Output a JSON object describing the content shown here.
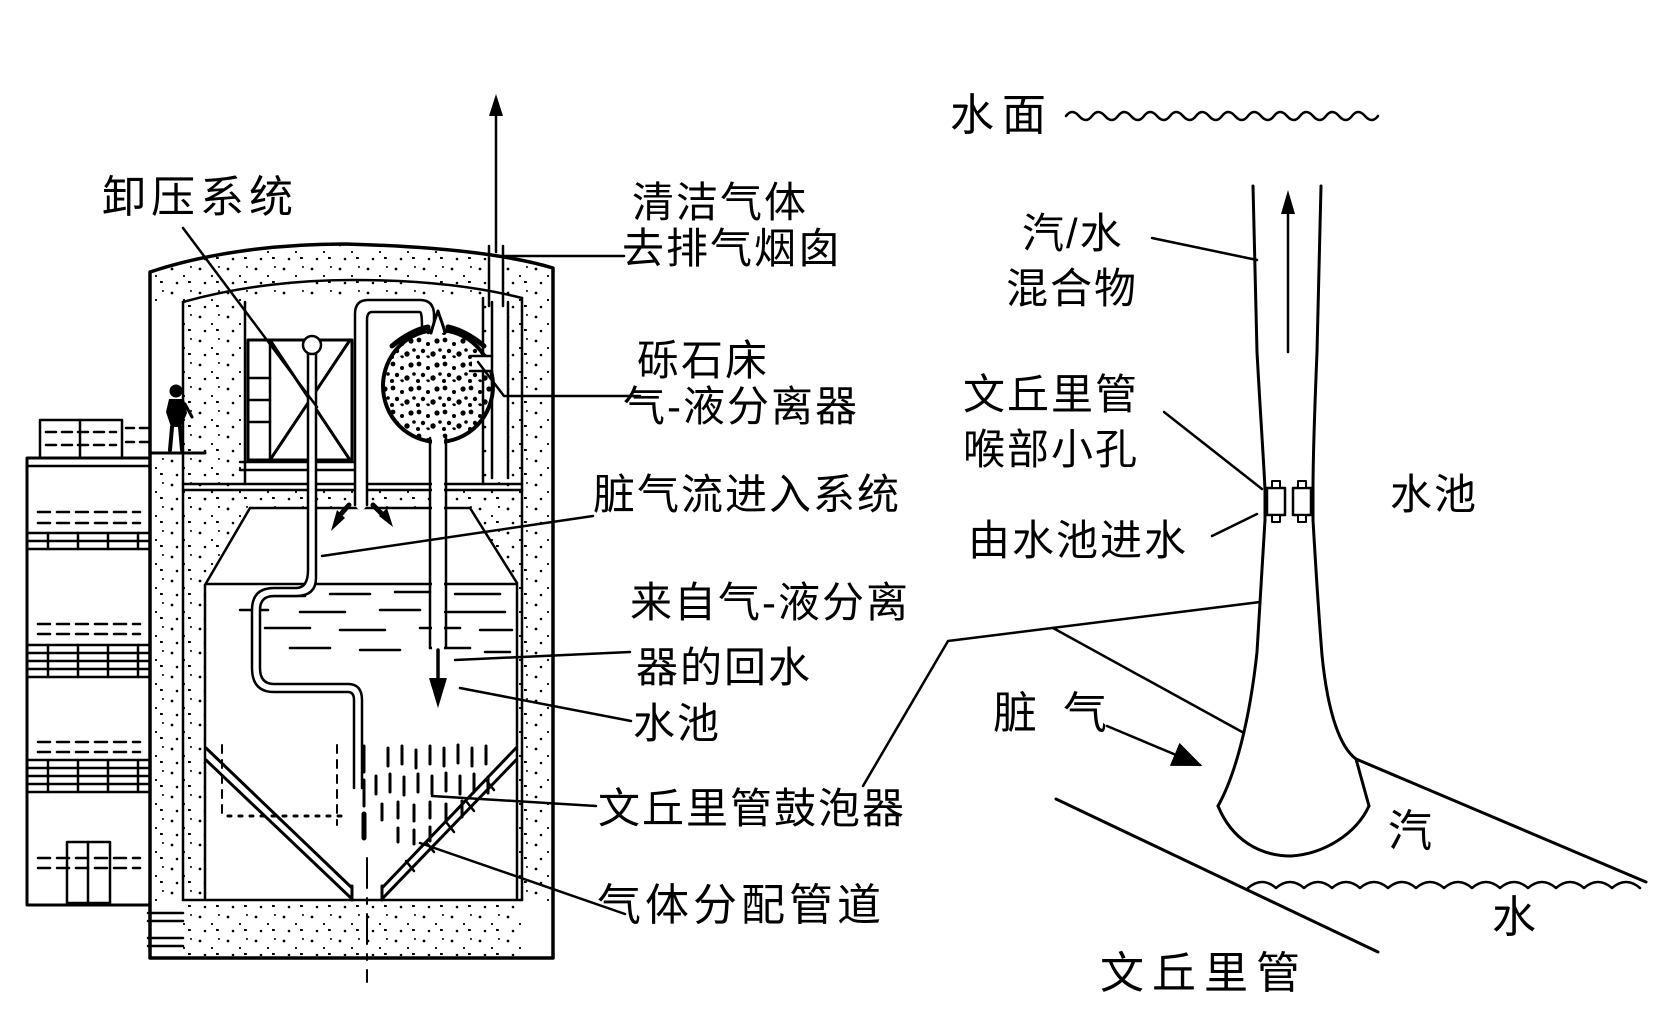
{
  "page": {
    "background": "#ffffff",
    "ink": "#000000",
    "kind": "technical line diagram"
  },
  "figure": {
    "left_diagram": {
      "name": "containment building cross-section with pressure relief system",
      "labels": {
        "relief_system": "卸压系统",
        "clean_gas": {
          "l1": "清洁气体",
          "l2": "去排气烟囱"
        },
        "gravel_bed": {
          "l1": "砾石床",
          "l2": "气-液分离器"
        },
        "dirty_gas_inflow": "脏气流进入系统",
        "return_water": {
          "l1": "来自气-液分离",
          "l2": "器的回水"
        },
        "pool": "水池",
        "venturi_bubbler": "文丘里管鼓泡器",
        "gas_distribution": "气体分配管道"
      },
      "symbols": [
        "exhaust-up-arrow",
        "return-water-down-arrow",
        "gas-spray-arrows",
        "gravel-sphere",
        "x-braced-frame",
        "valve-circle",
        "stippled-concrete-wall",
        "scale-person-figure",
        "water-dashes",
        "bubble-dashes"
      ]
    },
    "right_diagram": {
      "name": "venturi tube bubbler detail (enlarged)",
      "labels": {
        "water_surface": "水面",
        "mixture": {
          "l1": "汽/水",
          "l2": "混合物"
        },
        "throat_holes": {
          "l1": "文丘里管",
          "l2": "喉部小孔"
        },
        "inlet_from_pool": "由水池进水",
        "pool": "水池",
        "dirty_gas": "脏气",
        "steam": "汽",
        "water": "水",
        "venturi_tube": "文丘里管"
      },
      "symbols": [
        "flow-up-arrow",
        "dirty-gas-arrow",
        "wavy-water-surface-line",
        "throat-nozzles",
        "detail-wedge-lines",
        "wavy-pool-line"
      ]
    }
  }
}
